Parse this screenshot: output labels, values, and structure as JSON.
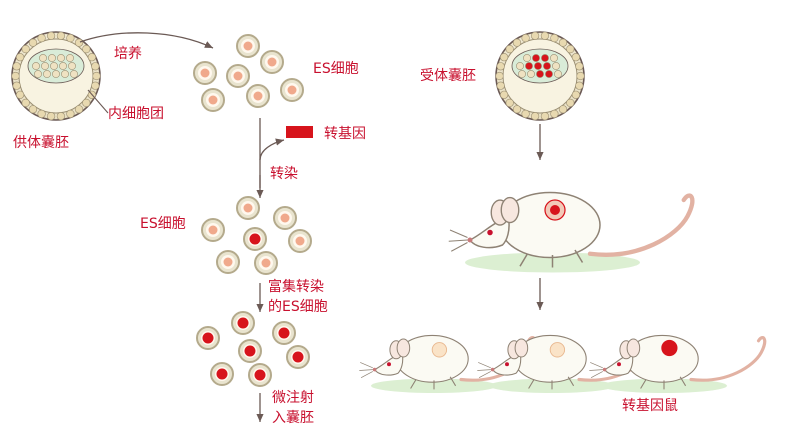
{
  "left": {
    "donor_blastocyst_label": "供体囊胚",
    "inner_cell_mass_label": "内细胞团",
    "culture_label": "培养",
    "es_cells_label_top": "ES细胞",
    "transgene_label": "转基因",
    "transfection_label": "转染",
    "es_cells_label_mid": "ES细胞",
    "enrich_label_line1": "富集转染",
    "enrich_label_line2": "的ES细胞",
    "inject_label_line1": "微注射",
    "inject_label_line2": "入囊胚"
  },
  "right": {
    "recipient_blastocyst_label": "受体囊胚",
    "transgenic_mouse_label": "转基因鼠"
  },
  "colors": {
    "label_red": "#c8102e",
    "cell_outer": "#b4aa8c",
    "transfected_cell_center": "#d7141c",
    "untransfected_cell_center": "#f0a98c",
    "mouse_body": "#fbfaf3",
    "shadow_green": "#dcefd2"
  }
}
